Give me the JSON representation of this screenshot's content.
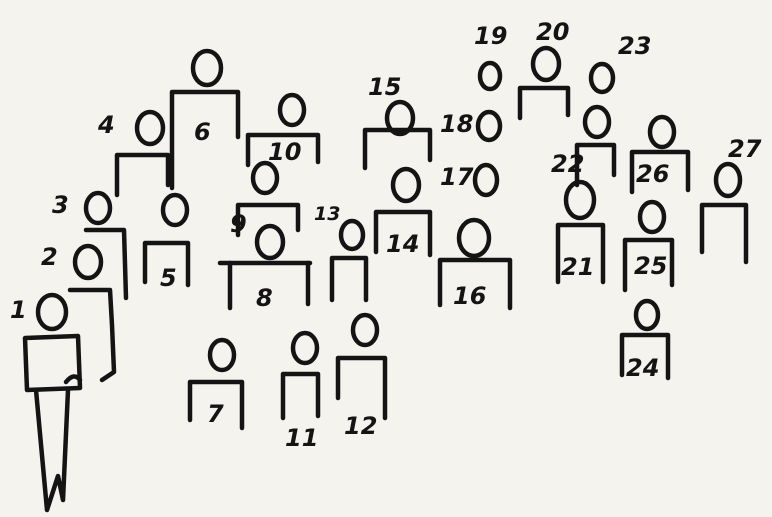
{
  "figures": [
    {
      "label": "1"
    },
    {
      "label": "2"
    },
    {
      "label": "3"
    },
    {
      "label": "4"
    },
    {
      "label": "5"
    },
    {
      "label": "6"
    },
    {
      "label": "7"
    },
    {
      "label": "8"
    },
    {
      "label": "9"
    },
    {
      "label": "10"
    },
    {
      "label": "11"
    },
    {
      "label": "12"
    },
    {
      "label": "13"
    },
    {
      "label": "14"
    },
    {
      "label": "15"
    },
    {
      "label": "16"
    },
    {
      "label": "17"
    },
    {
      "label": "18"
    },
    {
      "label": "19"
    },
    {
      "label": "20"
    },
    {
      "label": "21"
    },
    {
      "label": "22"
    },
    {
      "label": "23"
    },
    {
      "label": "24"
    },
    {
      "label": "25"
    },
    {
      "label": "26"
    },
    {
      "label": "27"
    }
  ]
}
